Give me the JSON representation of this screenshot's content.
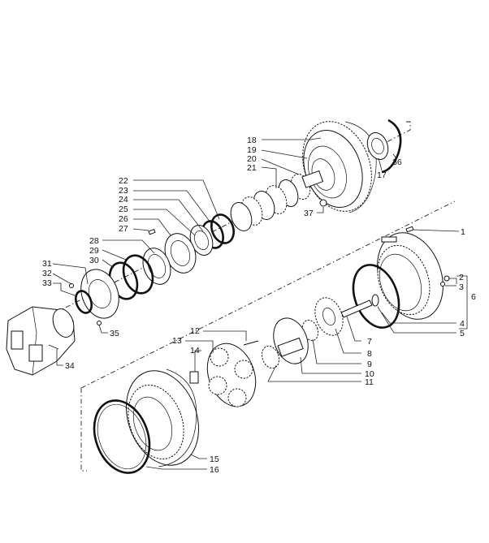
{
  "callouts": [
    {
      "id": "1",
      "text": "1"
    },
    {
      "id": "2",
      "text": "2"
    },
    {
      "id": "3",
      "text": "3"
    },
    {
      "id": "4",
      "text": "4"
    },
    {
      "id": "5",
      "text": "5"
    },
    {
      "id": "6",
      "text": "6"
    },
    {
      "id": "7",
      "text": "7"
    },
    {
      "id": "8",
      "text": "8"
    },
    {
      "id": "9",
      "text": "9"
    },
    {
      "id": "10",
      "text": "10"
    },
    {
      "id": "11",
      "text": "11"
    },
    {
      "id": "12",
      "text": "12"
    },
    {
      "id": "13",
      "text": "13"
    },
    {
      "id": "14",
      "text": "14"
    },
    {
      "id": "15",
      "text": "15"
    },
    {
      "id": "16",
      "text": "16"
    },
    {
      "id": "17",
      "text": "17"
    },
    {
      "id": "18",
      "text": "18"
    },
    {
      "id": "19",
      "text": "19"
    },
    {
      "id": "20",
      "text": "20"
    },
    {
      "id": "21",
      "text": "21"
    },
    {
      "id": "22",
      "text": "22"
    },
    {
      "id": "23",
      "text": "23"
    },
    {
      "id": "24",
      "text": "24"
    },
    {
      "id": "25",
      "text": "25"
    },
    {
      "id": "26",
      "text": "26"
    },
    {
      "id": "27",
      "text": "27"
    },
    {
      "id": "28",
      "text": "28"
    },
    {
      "id": "29",
      "text": "29"
    },
    {
      "id": "30",
      "text": "30"
    },
    {
      "id": "31",
      "text": "31"
    },
    {
      "id": "32",
      "text": "32"
    },
    {
      "id": "33",
      "text": "33"
    },
    {
      "id": "34",
      "text": "34"
    },
    {
      "id": "35",
      "text": "35"
    },
    {
      "id": "36",
      "text": "36"
    },
    {
      "id": "37",
      "text": "37"
    }
  ]
}
